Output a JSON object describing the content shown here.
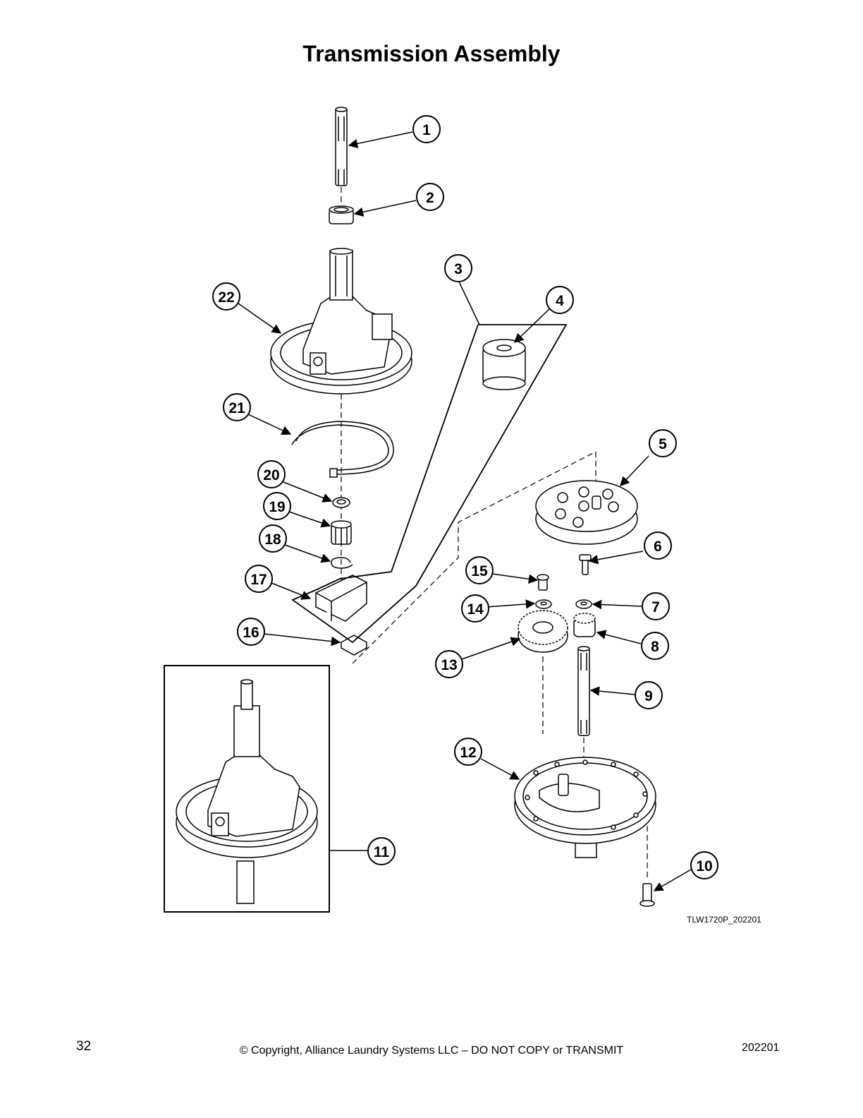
{
  "header": {
    "title": "Transmission Assembly"
  },
  "diagram": {
    "drawing_id": "TLW1720P_202201",
    "callouts": [
      "1",
      "2",
      "3",
      "4",
      "5",
      "6",
      "7",
      "8",
      "9",
      "10",
      "11",
      "12",
      "13",
      "14",
      "15",
      "16",
      "17",
      "18",
      "19",
      "20",
      "21",
      "22"
    ]
  },
  "footer": {
    "page_number": "32",
    "copyright": "© Copyright, Alliance Laundry Systems LLC – DO NOT COPY or TRANSMIT",
    "revision": "202201"
  }
}
